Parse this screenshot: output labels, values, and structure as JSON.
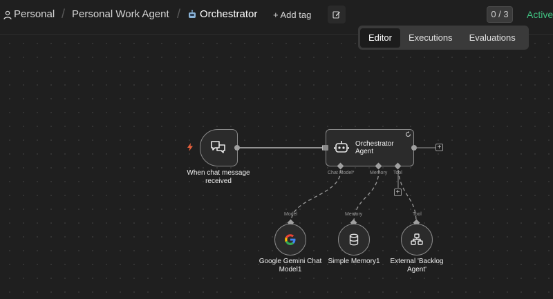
{
  "header": {
    "breadcrumb": [
      "Personal",
      "Personal Work Agent",
      "Orchestrator"
    ],
    "add_tag_label": "+ Add tag",
    "counter": "0 / 3",
    "status": "Active"
  },
  "tabs": [
    {
      "label": "Editor",
      "selected": true
    },
    {
      "label": "Executions",
      "selected": false
    },
    {
      "label": "Evaluations",
      "selected": false
    }
  ],
  "nodes": {
    "trigger": {
      "label_line1": "When chat message",
      "label_line2": "received"
    },
    "agent": {
      "title_line1": "Orchestrator",
      "title_line2": "Agent",
      "ports": [
        "Chat Model*",
        "Memory",
        "Tool"
      ]
    },
    "gemini": {
      "label_line1": "Google Gemini Chat",
      "label_line2": "Model1",
      "port": "Model"
    },
    "memory": {
      "label_line1": "Simple Memory1",
      "port": "Memory"
    },
    "tool": {
      "label_line1": "External 'Backlog",
      "label_line2": "Agent'",
      "port": "Tool"
    }
  },
  "colors": {
    "active": "#3fbf7f",
    "trigger_bolt": "#e8603c"
  }
}
